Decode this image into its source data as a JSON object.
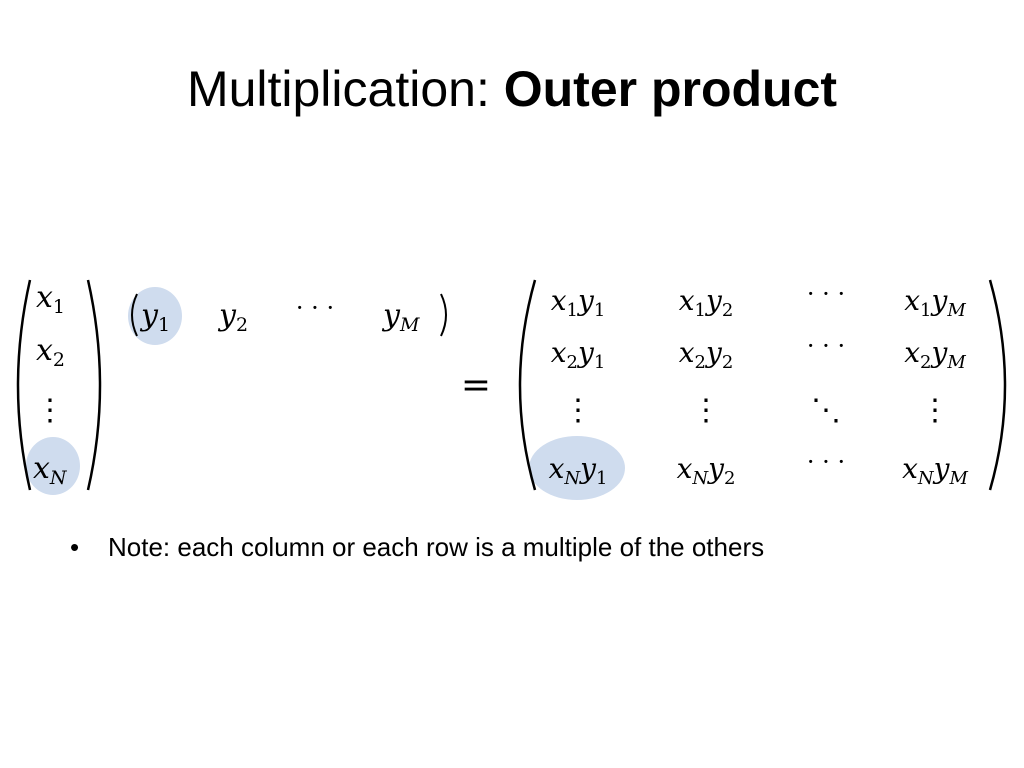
{
  "slide": {
    "title_plain": "Multiplication: ",
    "title_bold": "Outer product"
  },
  "column_vector": {
    "entries": [
      "x",
      "x",
      "⋮",
      "x"
    ],
    "subscripts": [
      "1",
      "2",
      "",
      "N"
    ]
  },
  "row_vector": {
    "entries": [
      "y",
      "y",
      "· · ·",
      "y"
    ],
    "subscripts": [
      "1",
      "2",
      "",
      "M"
    ]
  },
  "equals_sign": "=",
  "result_matrix": {
    "row1": {
      "c1": "x1y1",
      "c2": "x1y2",
      "c3": "· · ·",
      "c4": "x1yM"
    },
    "row2": {
      "c1": "x2y1",
      "c2": "x2y2",
      "c3": "· · ·",
      "c4": "x2yM"
    },
    "row3": {
      "c1": "⋮",
      "c2": "⋮",
      "c3": "⋱",
      "c4": "⋮"
    },
    "row4": {
      "c1": "xNy1",
      "c2": "xNy2",
      "c3": "· · ·",
      "c4": "xNyM"
    }
  },
  "colors": {
    "highlight": "#cfdcee",
    "text": "#000000"
  },
  "bullets": [
    {
      "marker": "•",
      "text": "Note: each column or each row is a multiple of the others"
    }
  ]
}
